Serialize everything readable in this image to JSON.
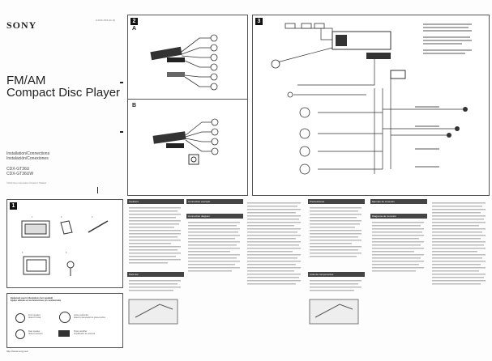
{
  "brand": "SONY",
  "part_number": "3-XXX-XXX-11 (1)",
  "title_lines": [
    "FM/AM",
    "Compact Disc Player"
  ],
  "subtitle_lines": [
    "Installation/Connections",
    "Instalación/Conexiones"
  ],
  "models": [
    "CDX-GT36U",
    "CDX-GT36UW"
  ],
  "copyright": "©2010 Sony Corporation   Printed in Thailand",
  "url": "http://www.sony.net/",
  "section_numbers": {
    "one": "1",
    "two": "2",
    "three": "3"
  },
  "section_letters": {
    "a": "A",
    "b": "B"
  },
  "parts_legend": {
    "heading_lines": [
      "Equipment used in illustrations (not supplied)",
      "Equipo utilizado en las ilustraciones (no suministrado)"
    ],
    "items": [
      {
        "label_lines": [
          "Front speaker",
          "Altavoz frontal"
        ]
      },
      {
        "label_lines": [
          "Rear speaker",
          "Altavoz posterior"
        ]
      },
      {
        "label_lines": [
          "Active subwoofer",
          "Altavoz potenciador de graves activo"
        ]
      },
      {
        "label_lines": [
          "Power amplifier",
          "Amplificador de potencia"
        ]
      }
    ]
  },
  "column_headers": [
    "Cautions",
    "Connection example",
    "Connection diagram",
    "Parts list",
    "Precauciones",
    "Lista de componentes",
    "Ejemplo de conexión",
    "Diagrama de conexión"
  ]
}
